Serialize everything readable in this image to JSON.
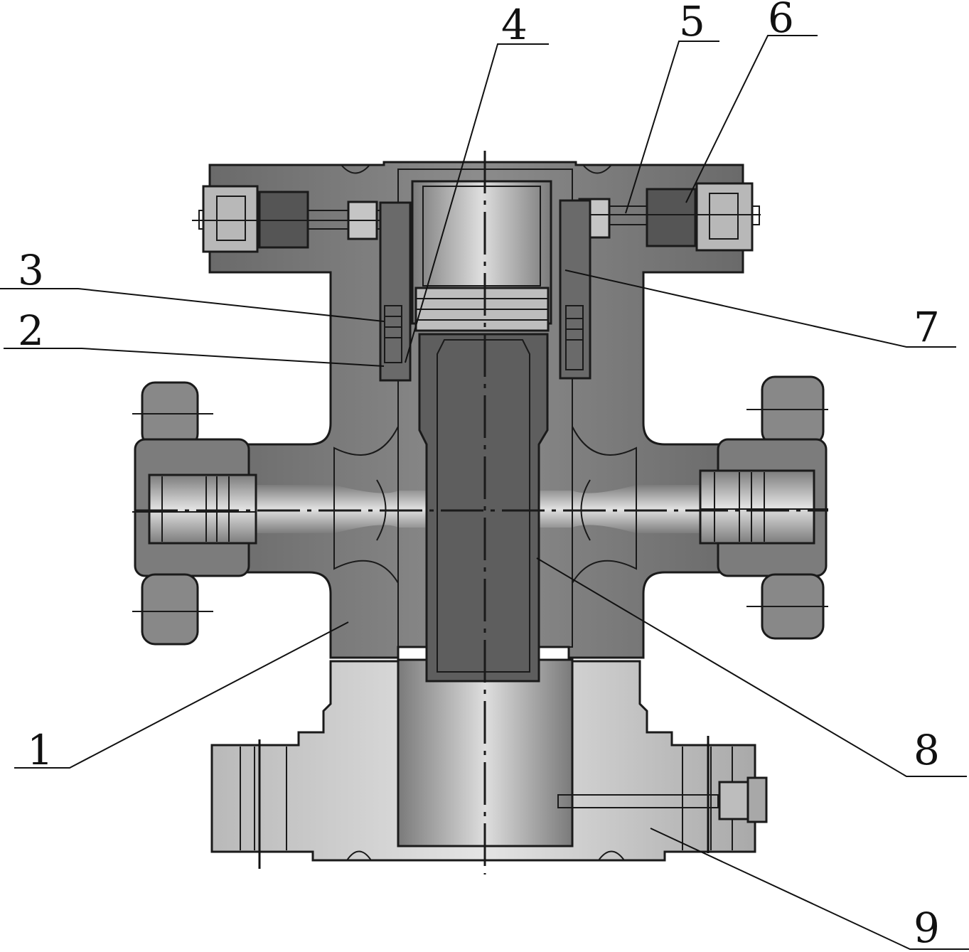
{
  "callouts": [
    {
      "id": "1",
      "label": "1"
    },
    {
      "id": "2",
      "label": "2"
    },
    {
      "id": "3",
      "label": "3"
    },
    {
      "id": "4",
      "label": "4"
    },
    {
      "id": "5",
      "label": "5"
    },
    {
      "id": "6",
      "label": "6"
    },
    {
      "id": "7",
      "label": "7"
    },
    {
      "id": "8",
      "label": "8"
    },
    {
      "id": "9",
      "label": "9"
    }
  ],
  "colors": {
    "body_dark": "#6f6f6f",
    "body_mid": "#8a8a8a",
    "body_light": "#c4c4c4",
    "bore_light": "#d9d9d9",
    "ink": "#111111"
  }
}
